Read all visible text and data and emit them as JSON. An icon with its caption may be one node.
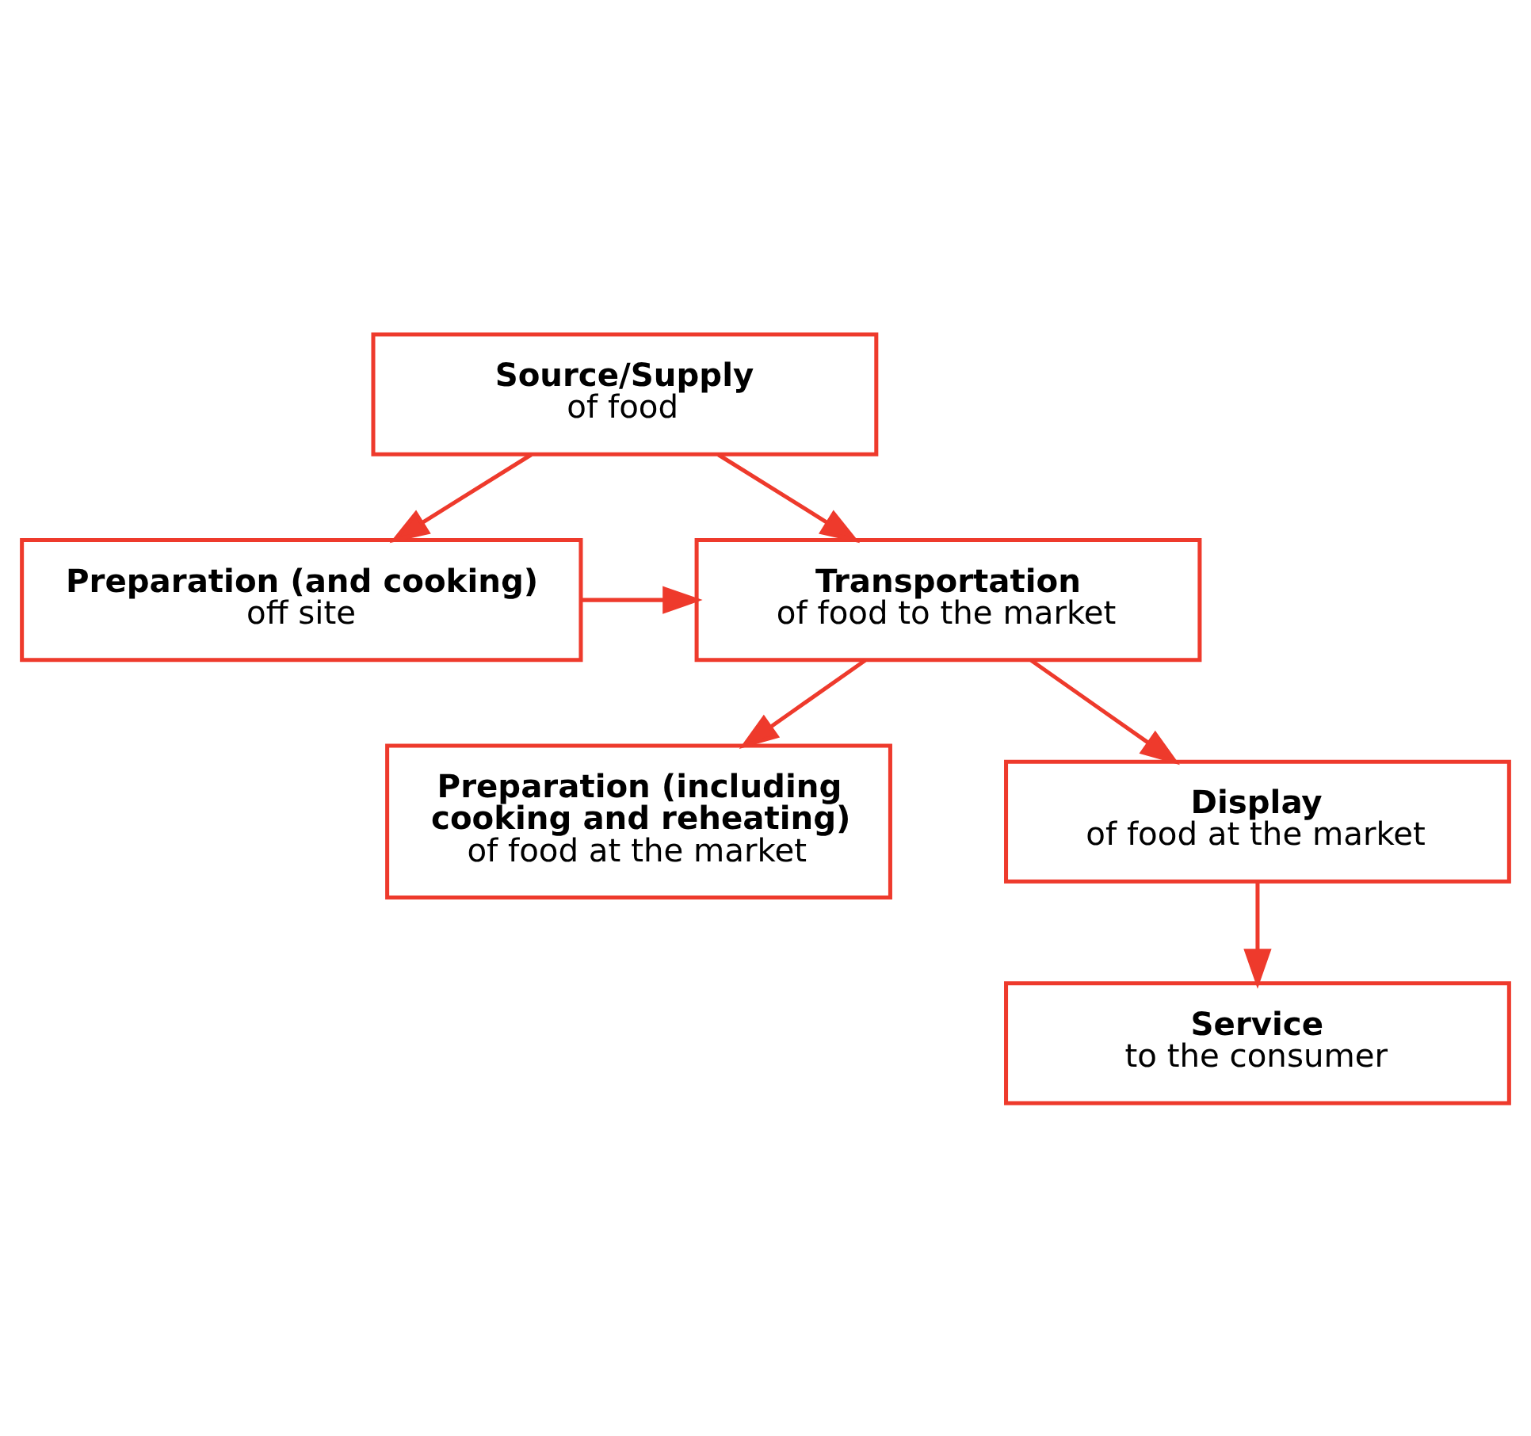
{
  "diagram": {
    "nodes": [
      {
        "text": [
          "Source/Supply",
          "of food"
        ]
      },
      {
        "text": [
          "Preparation (and cooking)",
          "off site"
        ]
      },
      {
        "text": [
          "Transportation",
          "of food to the market"
        ]
      },
      {
        "text": [
          "Preparation (including cooking and reheating)",
          "of food at the market"
        ]
      },
      {
        "text": [
          "Display",
          "of food at the market"
        ]
      },
      {
        "text": [
          "Service",
          "to the consumer"
        ]
      }
    ],
    "edges": [
      {
        "from": 0,
        "to": 1,
        "arrow": "to"
      },
      {
        "from": 0,
        "to": 2,
        "arrow": "to"
      },
      {
        "from": 1,
        "to": 2,
        "arrow": "to"
      },
      {
        "from": 2,
        "to": 3,
        "arrow": "to"
      },
      {
        "from": 2,
        "to": 4,
        "arrow": "to"
      },
      {
        "from": 4,
        "to": 5,
        "arrow": "to"
      }
    ]
  }
}
